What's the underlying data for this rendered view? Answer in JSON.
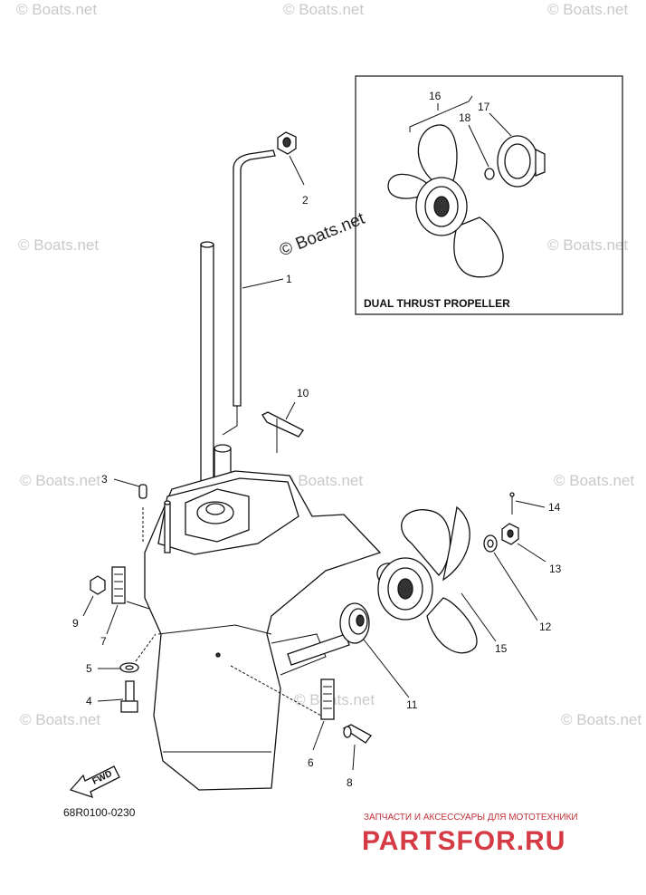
{
  "watermark": "© Boats.net",
  "inset": {
    "title": "DUAL THRUST PROPELLER",
    "callouts": [
      "16",
      "17",
      "18"
    ]
  },
  "callouts": [
    "1",
    "2",
    "3",
    "4",
    "5",
    "6",
    "7",
    "8",
    "9",
    "10",
    "11",
    "12",
    "13",
    "14",
    "15"
  ],
  "diagram_code": "68R0100-0230",
  "fwd_label": "FWD",
  "brand": {
    "tagline": "ЗАПЧАСТИ И АКСЕССУАРЫ ДЛЯ МОТОТЕХНИКИ",
    "name": "PARTSFOR.RU"
  }
}
